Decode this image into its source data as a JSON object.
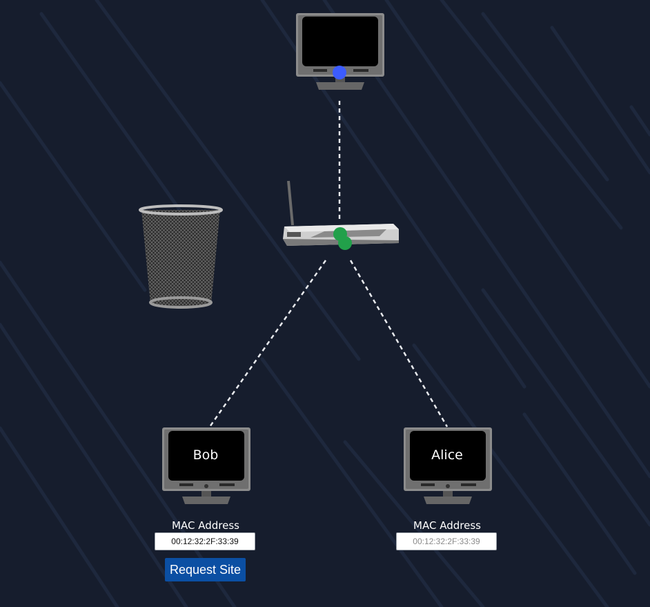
{
  "colors": {
    "background": "#161d2d",
    "link_line": "#e8eaee",
    "indicator_blue": "#3c5cff",
    "indicator_green": "#22a04a",
    "button": "#0b4fa3"
  },
  "nodes": {
    "top_monitor": {
      "label": ""
    },
    "router": {
      "icon": "router-icon"
    },
    "trash": {
      "icon": "trash-bin-icon"
    },
    "bob": {
      "name": "Bob",
      "mac_label": "MAC Address",
      "mac_value": "00:12:32:2F:33:39",
      "button_label": "Request Site"
    },
    "alice": {
      "name": "Alice",
      "mac_label": "MAC Address",
      "mac_value": "00:12:32:2F:33:39"
    }
  }
}
